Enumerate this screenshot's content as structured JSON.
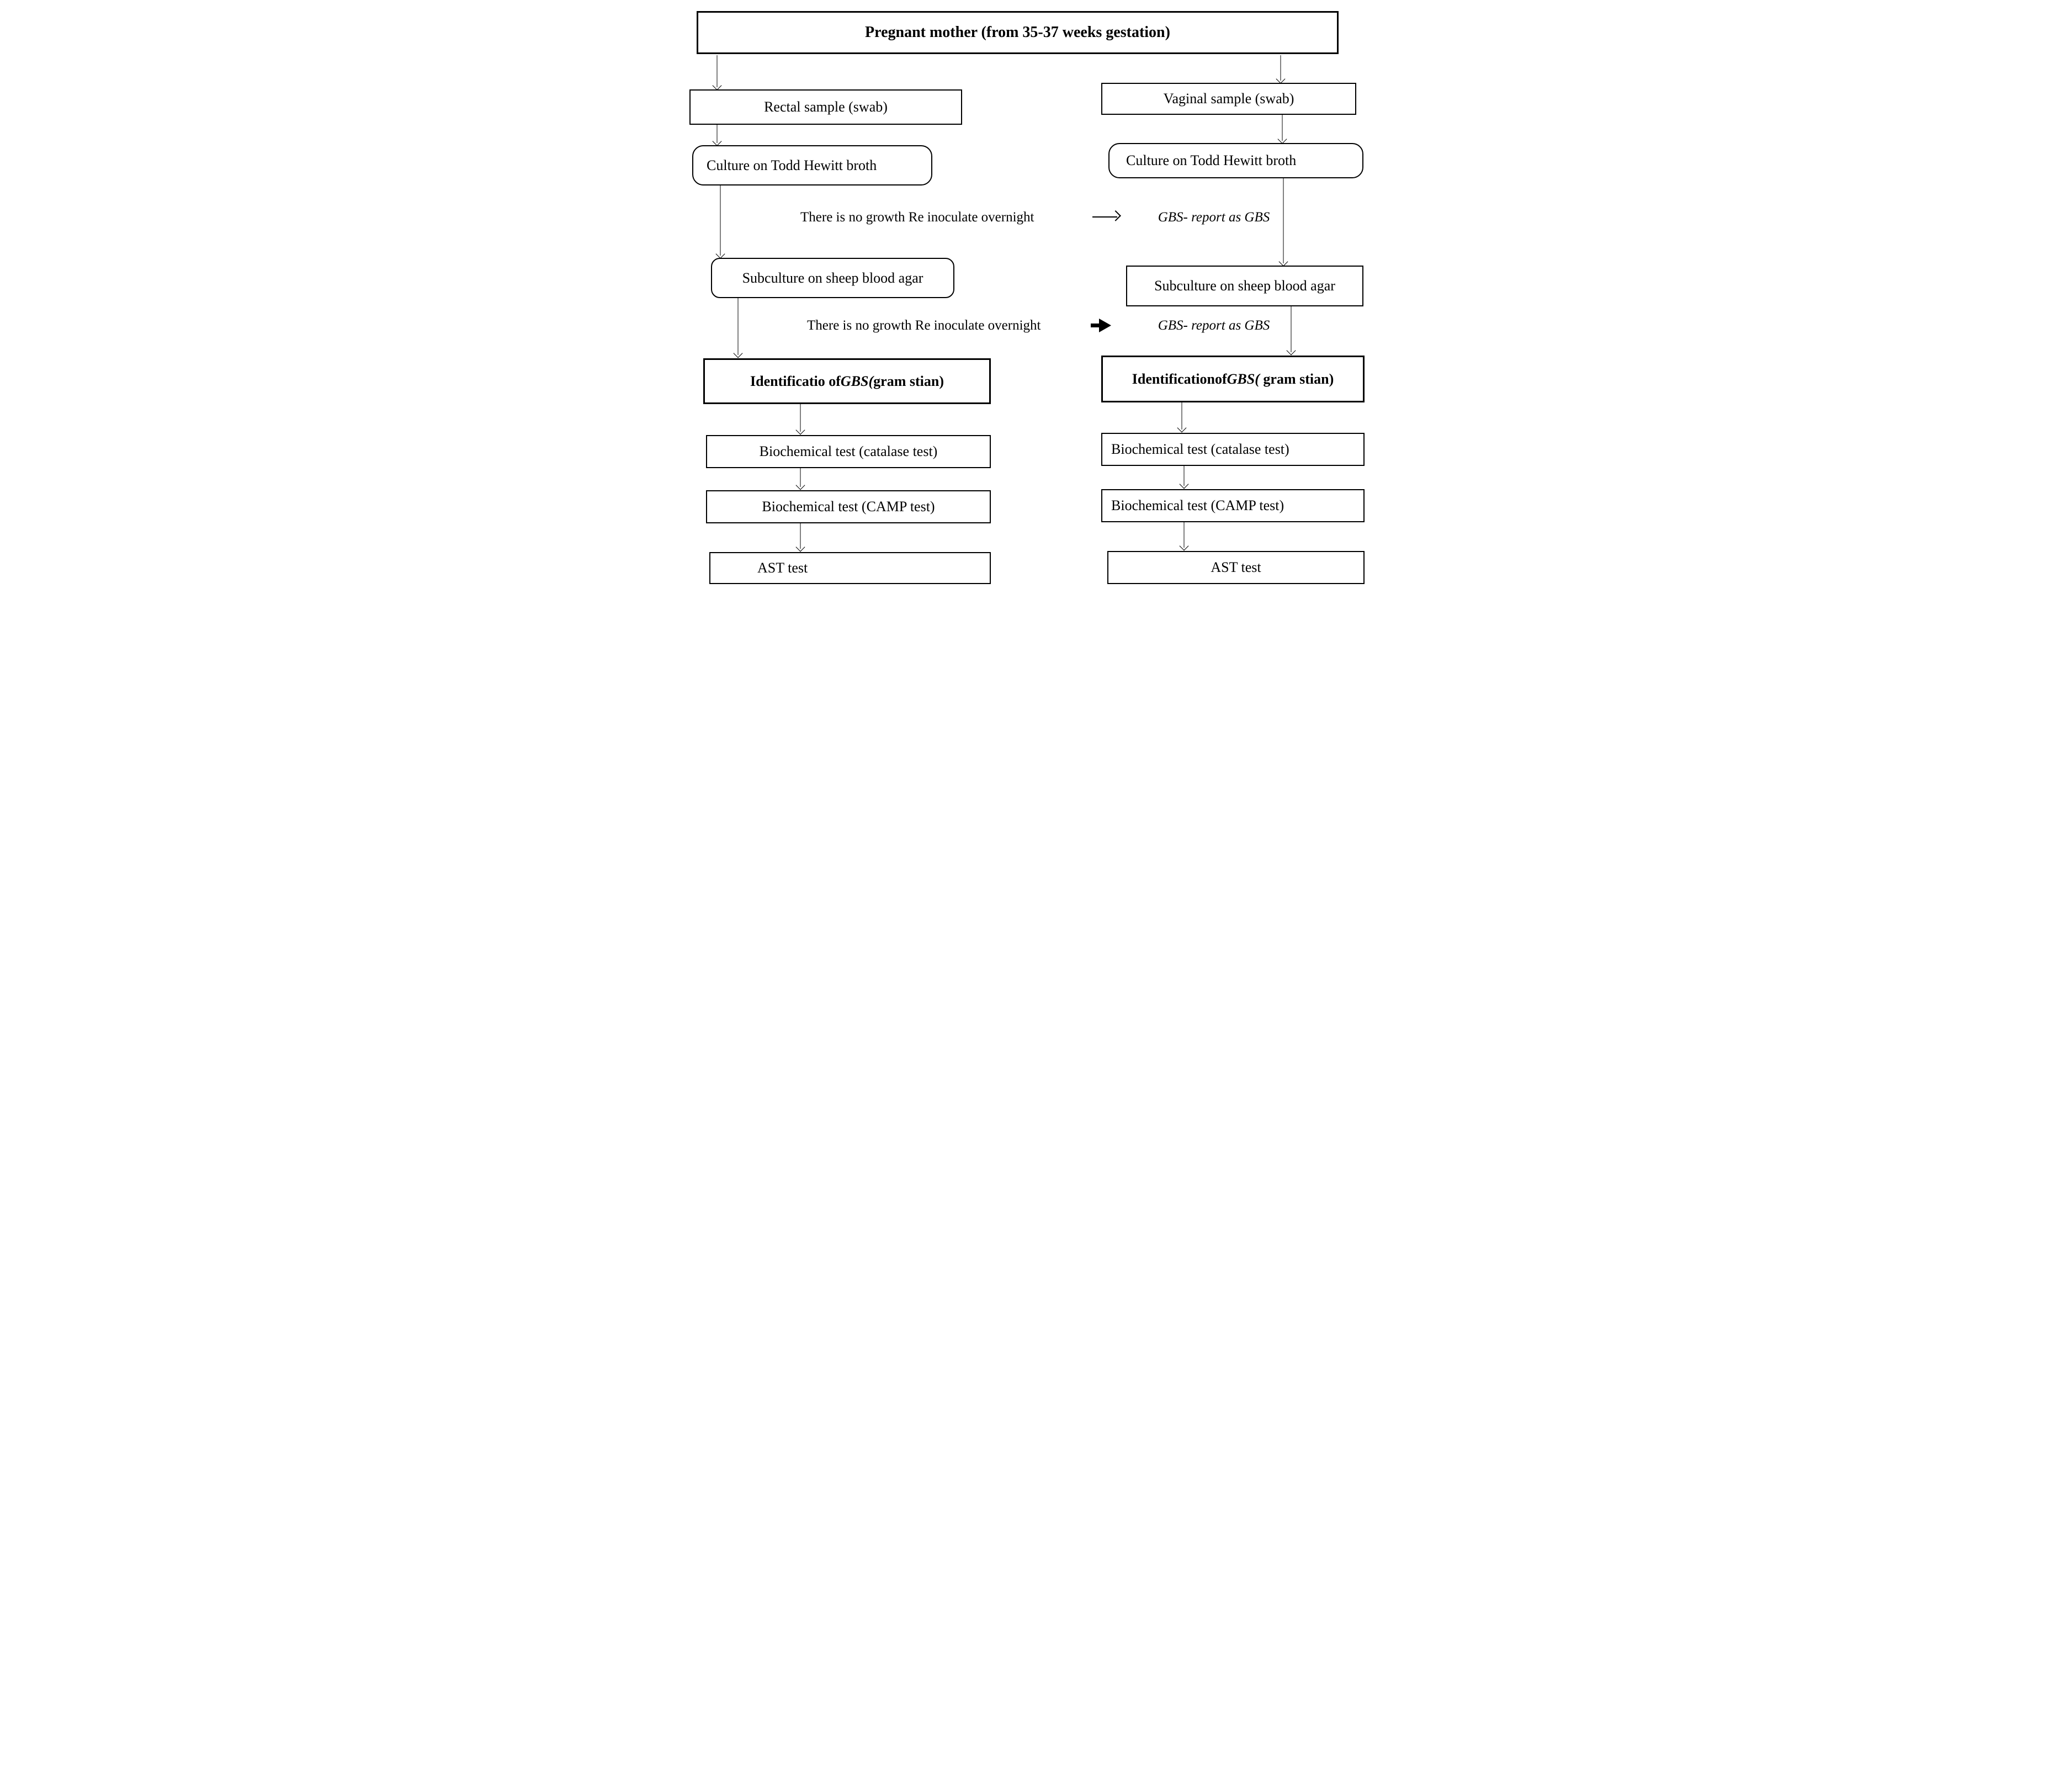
{
  "title": {
    "label": "Pregnant mother (from 35-37 weeks gestation)"
  },
  "left_column": {
    "sample": "Rectal sample (swab)",
    "culture": "Culture on Todd Hewitt broth",
    "subculture": "Subculture on sheep blood agar",
    "identification": {
      "prefix": "Identificatio of",
      "gbs": "GBS(",
      "suffix": "gram stian)"
    },
    "catalase": "Biochemical test (catalase test)",
    "camp": "Biochemical test (CAMP test)",
    "ast": "AST test"
  },
  "right_column": {
    "sample": "Vaginal sample (swab)",
    "culture": "Culture on Todd Hewitt broth",
    "subculture": "Subculture on sheep blood agar",
    "identification": {
      "prefix": "Identificationof",
      "gbs": "GBS(",
      "suffix": " gram stian)"
    },
    "catalase": "Biochemical test (catalase test)",
    "camp": "Biochemical test (CAMP test)",
    "ast": "AST test"
  },
  "annotations": {
    "no_growth_1": "There is no growth Re inoculate overnight",
    "gbs_report_1": "GBS- report as GBS",
    "no_growth_2": "There is no growth Re inoculate overnight",
    "gbs_report_2": "GBS- report as GBS"
  },
  "icons": {
    "thin_right_arrow": "→",
    "bold_right_arrow": "➔",
    "down_arrow": "↓"
  },
  "colors": {
    "ink": "#000000",
    "background": "#ffffff"
  }
}
